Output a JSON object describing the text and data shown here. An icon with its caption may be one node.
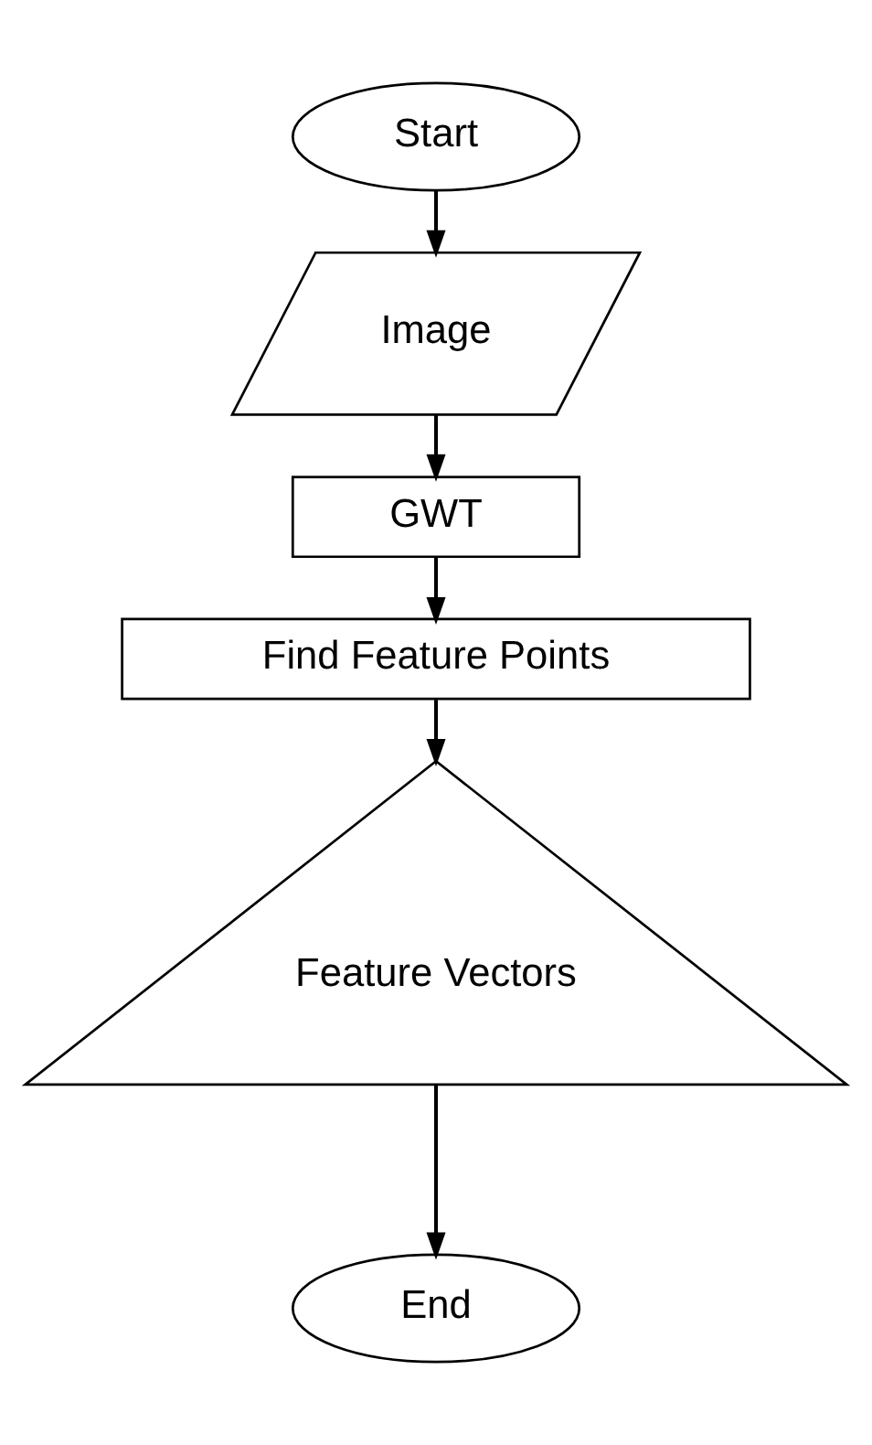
{
  "diagram": {
    "nodes": [
      {
        "text": [
          "Start"
        ]
      },
      {
        "text": [
          "Image"
        ]
      },
      {
        "text": [
          "GWT"
        ]
      },
      {
        "text": [
          "Find Feature Points"
        ]
      },
      {
        "text": [
          "Feature Vectors"
        ]
      },
      {
        "text": [
          "End"
        ]
      }
    ],
    "edges": [
      {
        "from": 0,
        "to": 1,
        "arrow": "to"
      },
      {
        "from": 1,
        "to": 2,
        "arrow": "to"
      },
      {
        "from": 2,
        "to": 3,
        "arrow": "to"
      },
      {
        "from": 3,
        "to": 4,
        "arrow": "to"
      },
      {
        "from": 4,
        "to": 5,
        "arrow": "to"
      }
    ]
  }
}
